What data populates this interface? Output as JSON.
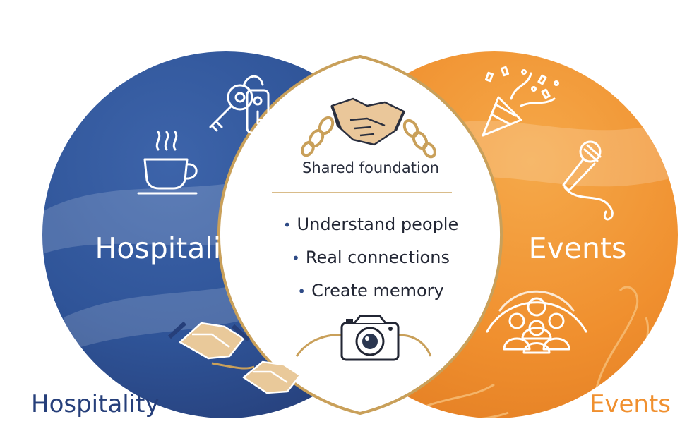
{
  "colors": {
    "hospitality": "#2f5498",
    "hospitality_dark": "#263f7a",
    "events": "#f0902f",
    "events_light": "#f5a94a",
    "gold": "#c9a05a",
    "center": "#ffffff"
  },
  "sets": {
    "left": {
      "title": "Hospitality",
      "outer_label": "Hospitality",
      "icons": [
        "key-with-tag-icon",
        "coffee-cup-icon",
        "handshake-icon"
      ]
    },
    "right": {
      "title": "Events",
      "outer_label": "Events",
      "icons": [
        "party-popper-icon",
        "microphone-icon",
        "audience-group-icon"
      ]
    }
  },
  "intersection": {
    "heading": "Shared foundation",
    "items": [
      {
        "text": "Understand people"
      },
      {
        "text": "Real connections"
      },
      {
        "text": "Create memory"
      }
    ],
    "icons": [
      "chained-handshake-icon",
      "camera-icon"
    ]
  }
}
